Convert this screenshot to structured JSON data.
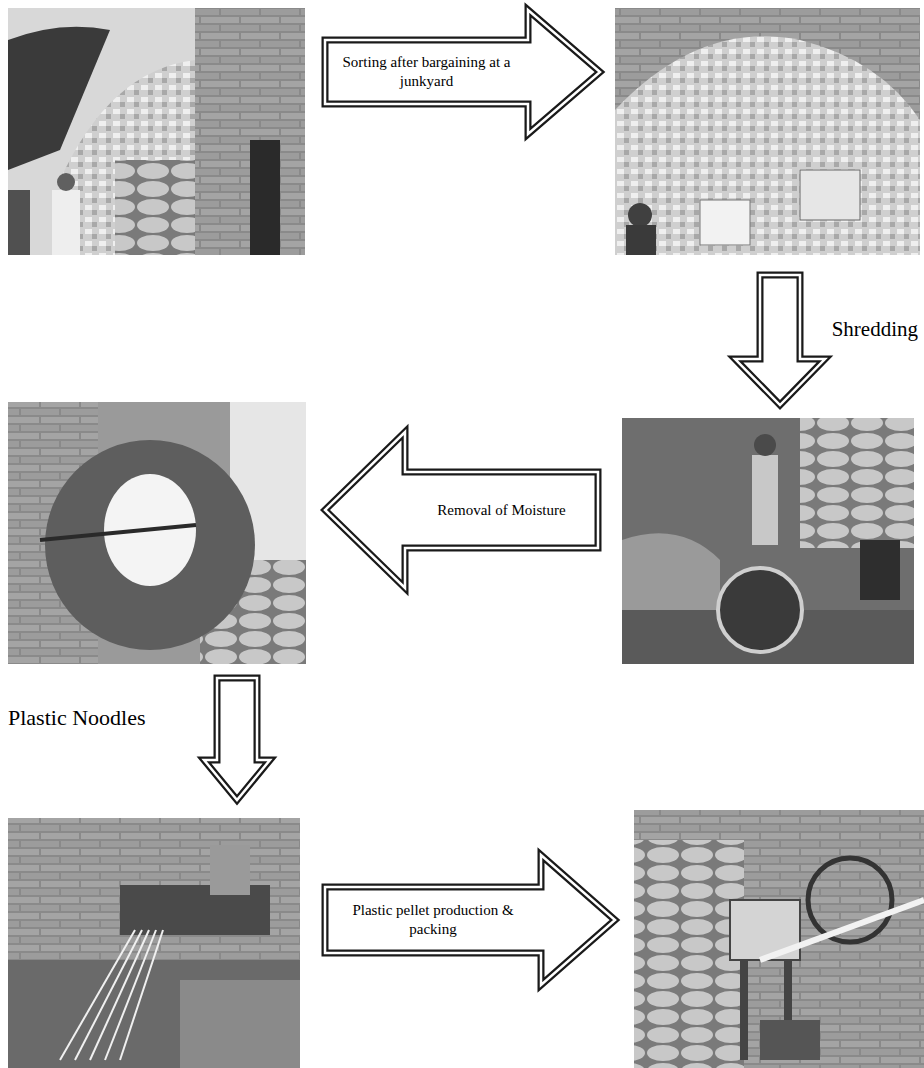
{
  "diagram": {
    "nodes": [
      {
        "text": []
      },
      {
        "text": []
      },
      {
        "text": []
      },
      {
        "text": []
      },
      {
        "text": []
      },
      {
        "text": []
      }
    ],
    "edges": [
      {
        "from": 0,
        "to": 1,
        "arrow": "to",
        "label": "Sorting after bargaining at a junkyard"
      },
      {
        "from": 1,
        "to": 2,
        "arrow": "to",
        "label": "Shredding"
      },
      {
        "from": 2,
        "to": 3,
        "arrow": "to",
        "label": "Removal of Moisture"
      },
      {
        "from": 3,
        "to": 4,
        "arrow": "to",
        "label": "Plastic Noodles"
      },
      {
        "from": 4,
        "to": 5,
        "arrow": "to",
        "label": "Plastic pellet production & packing"
      }
    ]
  }
}
